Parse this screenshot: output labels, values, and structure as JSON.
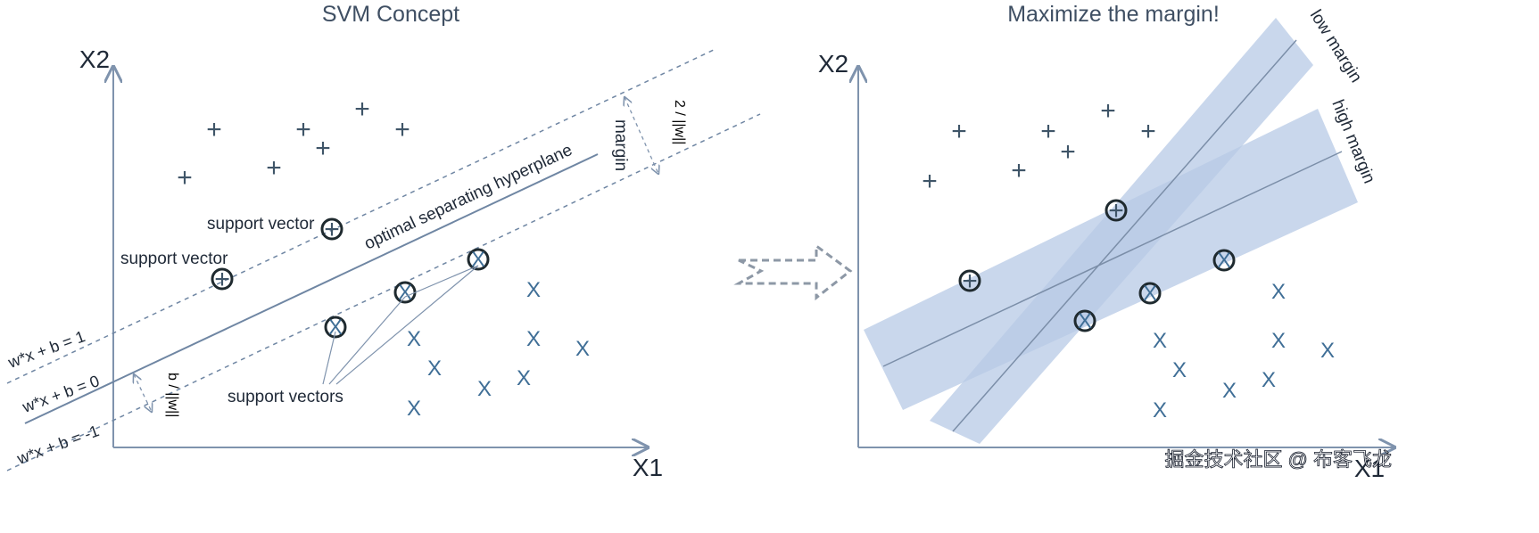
{
  "left": {
    "title": "SVM Concept",
    "y_axis": "X2",
    "x_axis": "X1",
    "hyperplane_label": "optimal separating hyperplane",
    "margin_label": "margin",
    "margin_formula": "2 / ||w||",
    "offset_formula": "b / ||w||",
    "support_vector_1": "support vector",
    "support_vector_2": "support vector",
    "support_vectors": "support vectors",
    "eq_pos": "w*x + b = 1",
    "eq_zero": "w*x + b = 0",
    "eq_neg": "w*x + b = -1",
    "plus_symbol": "+",
    "cross_symbol": "X"
  },
  "right": {
    "title": "Maximize the margin!",
    "y_axis": "X2",
    "x_axis": "X1",
    "low_margin": "low margin",
    "high_margin": "high margin"
  },
  "colors": {
    "axis": "#7f93ad",
    "line": "#6f86a3",
    "band": "#b7c9e6",
    "text": "#1f2937",
    "circle": "#1f2a2f"
  },
  "watermark": "掘金技术社区 @ 布客飞龙"
}
